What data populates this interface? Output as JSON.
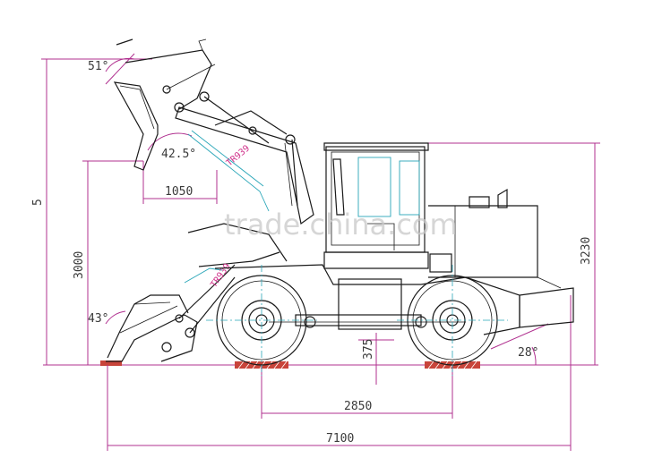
{
  "drawing": {
    "model_label_upper": "TR939",
    "model_label_lower": "TR939",
    "watermark": "trade.china.com"
  },
  "dimensions": {
    "angle_top": "51°",
    "angle_dump": "42.5°",
    "reach": "1050",
    "total_height_left": "5",
    "dump_height": "3000",
    "angle_bucket": "43°",
    "ground_clearance": "375",
    "cab_height": "3230",
    "departure_angle": "28°",
    "wheelbase": "2850",
    "overall_length": "7100"
  },
  "colors": {
    "dimension": "#b0308f",
    "ink": "#1a1a1a",
    "hydraulic": "#2aa6b8",
    "ground": "#c8443a",
    "model_label": "#d0308a"
  }
}
